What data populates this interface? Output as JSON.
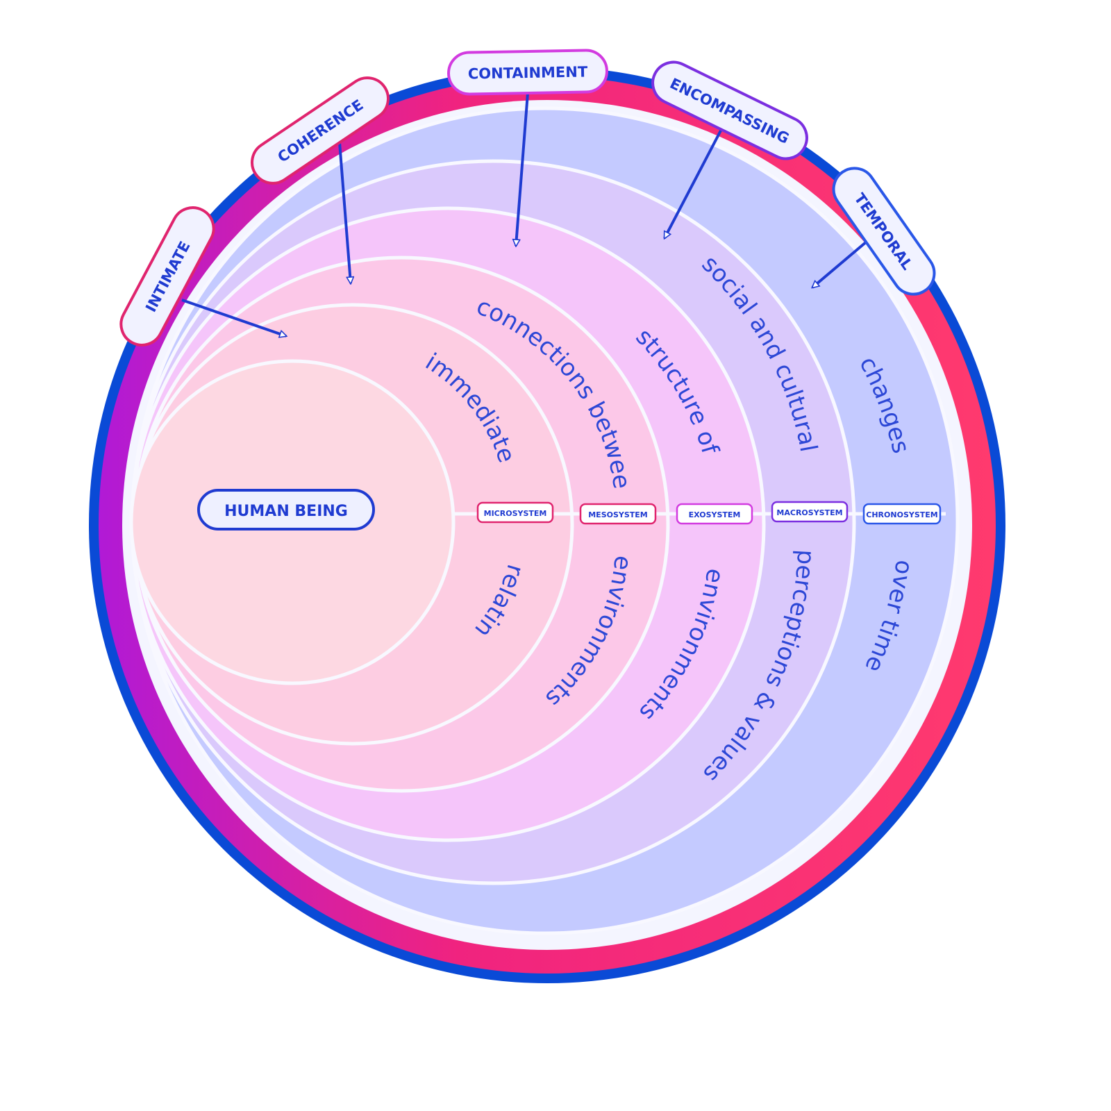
{
  "center": {
    "label": "HUMAN BEING"
  },
  "layers": [
    {
      "id": "microsystem",
      "label": "MICROSYSTEM",
      "text_upper": "immediate",
      "text_lower": "relating",
      "border": "#e0246e"
    },
    {
      "id": "mesosystem",
      "label": "MESOSYSTEM",
      "text_upper": "connections between",
      "text_lower": "environments",
      "border": "#e0246e"
    },
    {
      "id": "exosystem",
      "label": "EXOSYSTEM",
      "text_upper": "structure of",
      "text_lower": "environments",
      "border": "#d23be0"
    },
    {
      "id": "macrosystem",
      "label": "MACROSYSTEM",
      "text_upper": "social and cultural",
      "text_lower": "perceptions & values",
      "border": "#7b2fe0"
    },
    {
      "id": "chronosystem",
      "label": "CHRONOSYSTEM",
      "text_upper": "changes",
      "text_lower": "over time",
      "border": "#2a57e8"
    }
  ],
  "qualities": [
    {
      "id": "intimate",
      "label": "INTIMATE",
      "border": "#e0246e"
    },
    {
      "id": "coherence",
      "label": "COHERENCE",
      "border": "#e0246e"
    },
    {
      "id": "containment",
      "label": "CONTAINMENT",
      "border": "#d23be0"
    },
    {
      "id": "encompassing",
      "label": "ENCOMPASSING",
      "border": "#7b2fe0"
    },
    {
      "id": "temporal",
      "label": "TEMPORAL",
      "border": "#2a57e8"
    }
  ],
  "colors": {
    "outer_ring_blue": "#0a4ad6",
    "outer_ring_pink": "#ff3a6e",
    "outer_ring_purple": "#b11ad6",
    "text_blue": "#1f3bd1",
    "layer_fill_outer": "#c4caff",
    "layer_fill_inner": "#fdd8e2"
  }
}
